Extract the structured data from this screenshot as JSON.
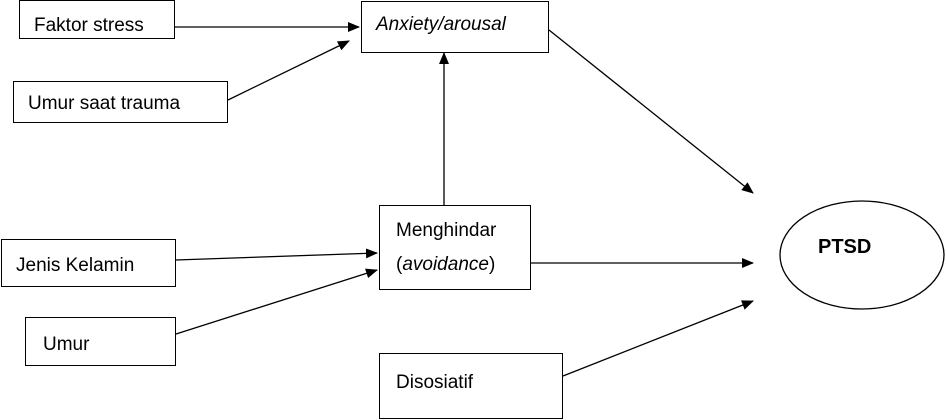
{
  "nodes": {
    "faktor_stress": "Faktor stress",
    "umur_saat_trauma": "Umur saat trauma",
    "anxiety_arousal": "Anxiety/arousal",
    "jenis_kelamin": "Jenis Kelamin",
    "umur": "Umur",
    "menghindar": {
      "line1": "Menghindar",
      "paren_open": "(",
      "italic": "avoidance",
      "paren_close": ")"
    },
    "disosiatif": "Disosiatif",
    "ptsd": "PTSD"
  },
  "colors": {
    "stroke": "#000000",
    "fill": "#ffffff"
  }
}
